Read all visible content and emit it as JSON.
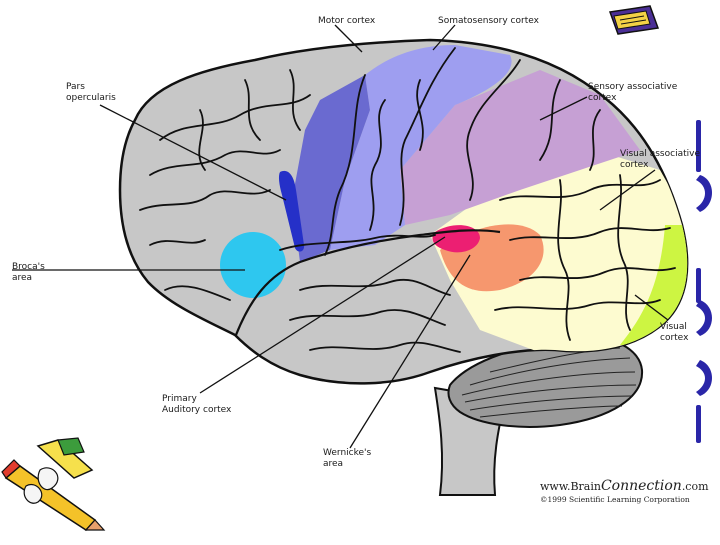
{
  "labels": {
    "motor_cortex": "Motor cortex",
    "somatosensory_cortex": "Somatosensory cortex",
    "pars_opercularis": "Pars\nopercularis",
    "sensory_associative_cortex": "Sensory associative\ncortex",
    "visual_associative_cortex": "Visual associative\ncortex",
    "brocas_area": "Broca's\narea",
    "visual_cortex": "Visual\ncortex",
    "primary_auditory_cortex": "Primary\nAuditory cortex",
    "wernickes_area": "Wernicke's\narea"
  },
  "credit": {
    "brand_prefix": "www.Brain",
    "brand_main": "Connection",
    "brand_suffix": ".com",
    "copyright": "©1999 Scientific Learning Corporation"
  },
  "colors": {
    "gray_lobe": "#c7c7c7",
    "motor": "#6a6ad0",
    "somatosensory": "#9e9ef0",
    "sensory_assoc": "#c6a0d4",
    "visual_assoc": "#fdfbd0",
    "visual": "#cdf542",
    "broca": "#2ec7ef",
    "pars": "#2530c8",
    "auditory": "#ec1f72",
    "wernicke": "#f6976e",
    "cerebellum": "#9a9a9a",
    "outline": "#111111"
  }
}
